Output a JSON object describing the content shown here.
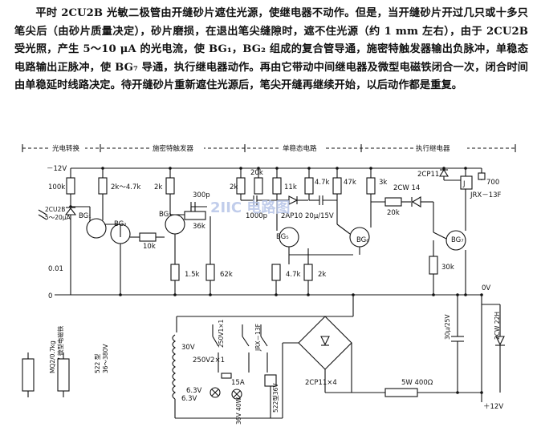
{
  "paragraph": "平时 2CU2B 光敏二极管由开缝砂片遮住光源，使继电器不动作。但是，当开缝砂片开过几只或十多只笔尖后（由砂片质量决定），砂片磨损，在退出笔尖缝隙时，遮不住光源（约 1 mm 左右），由于 2CU2B 受光照，产生 5～10 μA 的光电流，使 BG₁，BG₂ 组成的复合管导通，施密特触发器输出负脉冲，单稳态电路输出正脉冲，使 BG₇ 导通，执行继电器动作。再由它带动中间继电器及微型电磁铁闭合一次，闭合时间由单稳延时线路决定。待开缝砂片重新遮住光源后，笔尖开缝再继续开始，以后动作都是重复。",
  "sections": {
    "s1": "光电转换",
    "s2": "施密特触发器",
    "s3": "单稳态电路",
    "s4": "执行继电器"
  },
  "labels": {
    "v12": "－12V",
    "v0": "0",
    "r100k": "100k",
    "r2k47k": "2k～4.7k",
    "r2k_a": "2k",
    "c300p": "300p",
    "r36k": "36k",
    "r20k_a": "20k",
    "r2k_b": "2k",
    "r11k": "11k",
    "r47k_a": "4.7k",
    "r47k": "47k",
    "r3k": "3k",
    "d2cp11": "2CP11",
    "relay_j": "J",
    "r700": "700",
    "jrx13f": "JRX－13F",
    "d2cw14": "2CW 14",
    "r20k_b": "20k",
    "c1000p": "1000p",
    "d2ap10": "2AP10",
    "c20u": "20μ/15V",
    "bg1": "BG₁",
    "bg2": "BG₂",
    "bg3": "BG₃",
    "bg5": "BG₅",
    "bg6": "BG₆",
    "bg7": "BG₇",
    "pd": "2CU2B",
    "pd_cur": "5～20μA",
    "r10k": "10k",
    "c001": "0.01",
    "r15k": "1.5k",
    "r62k": "62k",
    "r47k_b": "4.7k",
    "r2k_c": "2k",
    "r30k": "30k",
    "v0v": "0V",
    "c30u": "30μ/25V",
    "d2cw22h": "2CW 22H",
    "t30v": "30V",
    "sw250v2": "250V2×1",
    "sw250v1": "250V1×1",
    "jrx13f_sw": "JRX－13F",
    "f15a": "15A",
    "v63_a": "6.3V",
    "v63_b": "6.3V",
    "v36_40w": "36V 40W",
    "relay522": "522型36V",
    "bridge": "2CP11×4",
    "r5w400": "5W 400Ω",
    "v12plus": "＋12V",
    "mag_left": "MQ2/0.7kg\n380V 微型电磁铁",
    "relay_left": "522 型\n36～380V",
    "watermark": "2IIC 电路图"
  }
}
